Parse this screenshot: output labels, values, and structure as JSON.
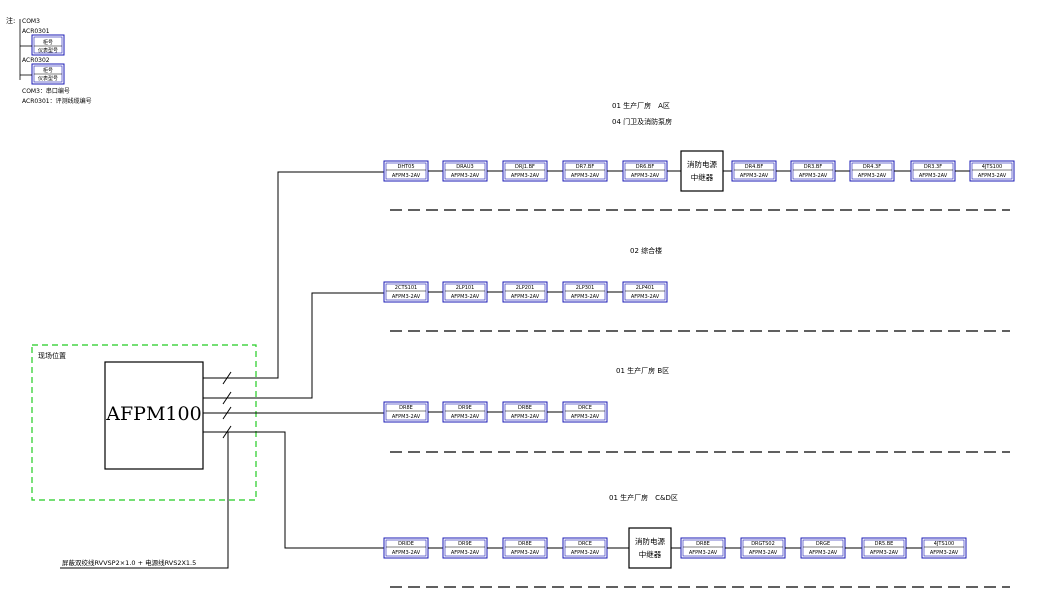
{
  "legend": {
    "note": "注:",
    "port_tag": "COM3",
    "entries": [
      {
        "code": "ACR0301",
        "box_top": "柜号",
        "box_bottom": "仪表型号"
      },
      {
        "code": "ACR0302",
        "box_top": "柜号",
        "box_bottom": "仪表型号"
      }
    ],
    "explain1": "COM3：串口编号",
    "explain2": "ACR0301：评测线缆编号"
  },
  "main_device": {
    "label": "AFPM100",
    "site_label": "现场位置"
  },
  "cable_label": "屏蔽双绞线RVVSP2×1.0 + 电源线RVS2X1.5",
  "relay_label": [
    "消防电源",
    "中继器"
  ],
  "zones": [
    {
      "titles": [
        "01 生产厂房　A区",
        "04 门卫及消防泵房"
      ],
      "modules": [
        {
          "top": "DHT05",
          "bottom": "AFPM3-2AV"
        },
        {
          "top": "DRAU3",
          "bottom": "AFPM3-2AV"
        },
        {
          "top": "DRJ1.BF",
          "bottom": "AFPM3-2AV"
        },
        {
          "top": "DR7.BF",
          "bottom": "AFPM3-2AV"
        },
        {
          "top": "DR6.BF",
          "bottom": "AFPM3-2AV"
        },
        {
          "relay": true
        },
        {
          "top": "DR4.BF",
          "bottom": "AFPM3-2AV"
        },
        {
          "top": "DR3.BF",
          "bottom": "AFPM3-2AV"
        },
        {
          "top": "DR4.3F",
          "bottom": "AFPM3-2AV"
        },
        {
          "top": "DR3.3F",
          "bottom": "AFPM3-2AV"
        },
        {
          "top": "4JTS100",
          "bottom": "AFPM3-2AV"
        }
      ]
    },
    {
      "titles": [
        "02 综合楼"
      ],
      "modules": [
        {
          "top": "2CTS101",
          "bottom": "AFPM3-2AV"
        },
        {
          "top": "2LP101",
          "bottom": "AFPM3-2AV"
        },
        {
          "top": "2LP201",
          "bottom": "AFPM3-2AV"
        },
        {
          "top": "2LP301",
          "bottom": "AFPM3-2AV"
        },
        {
          "top": "2LP401",
          "bottom": "AFPM3-2AV"
        }
      ]
    },
    {
      "titles": [
        "01 生产厂房 B区"
      ],
      "modules": [
        {
          "top": "DR8E",
          "bottom": "AFPM3-2AV"
        },
        {
          "top": "DR9E",
          "bottom": "AFPM3-2AV"
        },
        {
          "top": "DRBE",
          "bottom": "AFPM3-2AV"
        },
        {
          "top": "DRCE",
          "bottom": "AFPM3-2AV"
        }
      ]
    },
    {
      "titles": [
        "01 生产厂房　C&D区"
      ],
      "modules": [
        {
          "top": "DRIDE",
          "bottom": "AFPM3-2AV"
        },
        {
          "top": "DR9E",
          "bottom": "AFPM3-2AV"
        },
        {
          "top": "DR8E",
          "bottom": "AFPM3-2AV"
        },
        {
          "top": "DRCE",
          "bottom": "AFPM3-2AV"
        },
        {
          "relay": true
        },
        {
          "top": "DR8E",
          "bottom": "AFPM3-2AV"
        },
        {
          "top": "DRGTS02",
          "bottom": "AFPM3-2AV"
        },
        {
          "top": "DRGE",
          "bottom": "AFPM3-2AV"
        },
        {
          "top": "DR5.BE",
          "bottom": "AFPM3-2AV"
        },
        {
          "top": "4JTS100",
          "bottom": "AFPM3-2AV"
        }
      ]
    }
  ],
  "colors": {
    "module_frame": "#1a1ab4",
    "site_frame": "#22cc22",
    "line": "#000000"
  }
}
